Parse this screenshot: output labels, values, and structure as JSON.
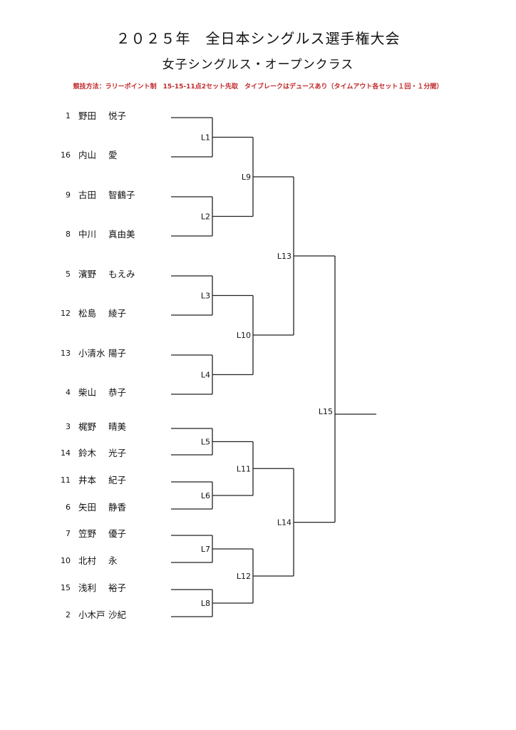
{
  "header": {
    "title": "２０２５年　全日本シングルス選手権大会",
    "subtitle": "女子シングルス・オープンクラス",
    "rules": "競技方法：ラリーポイント制　15-15-11点2セット先取　タイブレークはデュースあり（タイムアウト各セット１回・１分間）"
  },
  "players": [
    {
      "seed": "1",
      "surname": "野田",
      "given": "悦子"
    },
    {
      "seed": "16",
      "surname": "内山",
      "given": "愛"
    },
    {
      "seed": "9",
      "surname": "古田",
      "given": "智鶴子"
    },
    {
      "seed": "8",
      "surname": "中川",
      "given": "真由美"
    },
    {
      "seed": "5",
      "surname": "濱野",
      "given": "もえみ"
    },
    {
      "seed": "12",
      "surname": "松島",
      "given": "綾子"
    },
    {
      "seed": "13",
      "surname": "小清水",
      "given": "陽子"
    },
    {
      "seed": "4",
      "surname": "柴山",
      "given": "恭子"
    },
    {
      "seed": "3",
      "surname": "梶野",
      "given": "晴美"
    },
    {
      "seed": "14",
      "surname": "鈴木",
      "given": "光子"
    },
    {
      "seed": "11",
      "surname": "井本",
      "given": "紀子"
    },
    {
      "seed": "6",
      "surname": "矢田",
      "given": "静香"
    },
    {
      "seed": "7",
      "surname": "笠野",
      "given": "優子"
    },
    {
      "seed": "10",
      "surname": "北村",
      "given": "永"
    },
    {
      "seed": "15",
      "surname": "浅利",
      "given": "裕子"
    },
    {
      "seed": "2",
      "surname": "小木戸",
      "given": "沙紀"
    }
  ],
  "matches": [
    "L1",
    "L2",
    "L3",
    "L4",
    "L5",
    "L6",
    "L7",
    "L8",
    "L9",
    "L10",
    "L11",
    "L12",
    "L13",
    "L14",
    "L15"
  ]
}
